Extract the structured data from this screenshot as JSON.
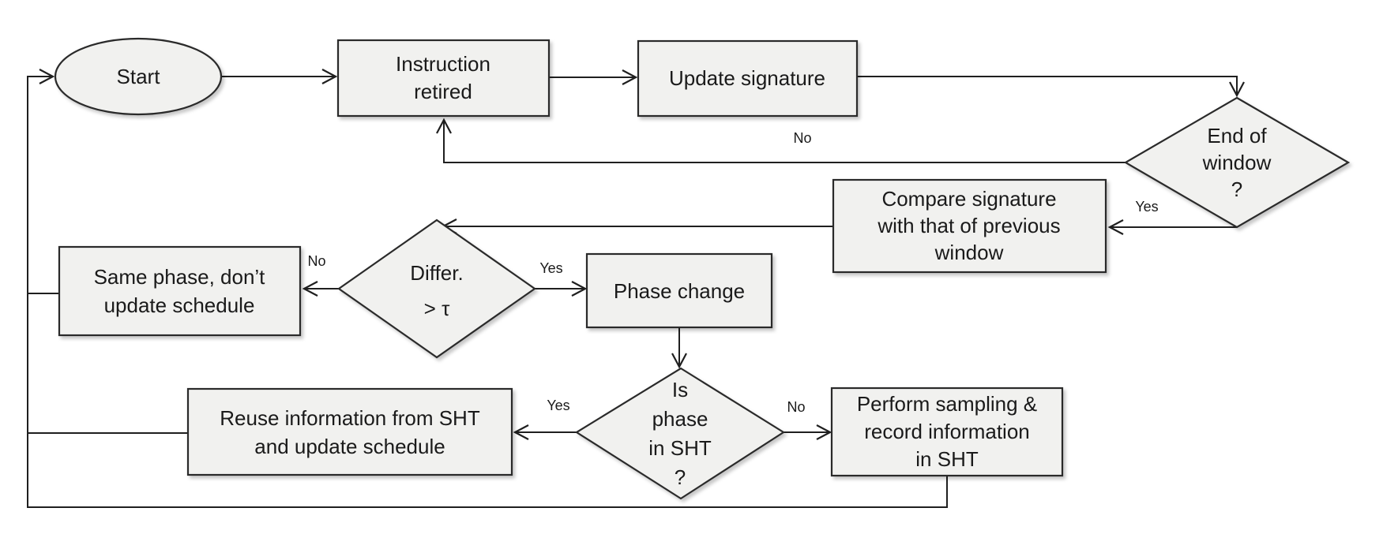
{
  "nodes": {
    "start": {
      "label": "Start"
    },
    "instruction_retired": {
      "lines": [
        "Instruction",
        "retired"
      ]
    },
    "update_signature": {
      "label": "Update signature"
    },
    "end_of_window": {
      "lines": [
        "End of",
        "window",
        "?"
      ]
    },
    "compare_signature": {
      "lines": [
        "Compare signature",
        "with that of previous",
        "window"
      ]
    },
    "differ": {
      "lines": [
        "Differ.",
        "> τ"
      ]
    },
    "same_phase": {
      "lines": [
        "Same phase, don’t",
        "update schedule"
      ]
    },
    "phase_change": {
      "label": "Phase change"
    },
    "is_phase_in_sht": {
      "lines": [
        "Is",
        "phase",
        "in SHT",
        "?"
      ]
    },
    "reuse_information": {
      "lines": [
        "Reuse information from SHT",
        "and update schedule"
      ]
    },
    "perform_sampling": {
      "lines": [
        "Perform sampling &",
        "record information",
        "in SHT"
      ]
    }
  },
  "edge_labels": {
    "end_of_window_no": "No",
    "end_of_window_yes": "Yes",
    "differ_no": "No",
    "differ_yes": "Yes",
    "sht_yes": "Yes",
    "sht_no": "No"
  },
  "colors": {
    "node_fill": "#f1f1ef",
    "node_border": "#2b2b2b",
    "line": "#1f1f1f",
    "text": "#1a1a1a",
    "bg": "#ffffff"
  }
}
